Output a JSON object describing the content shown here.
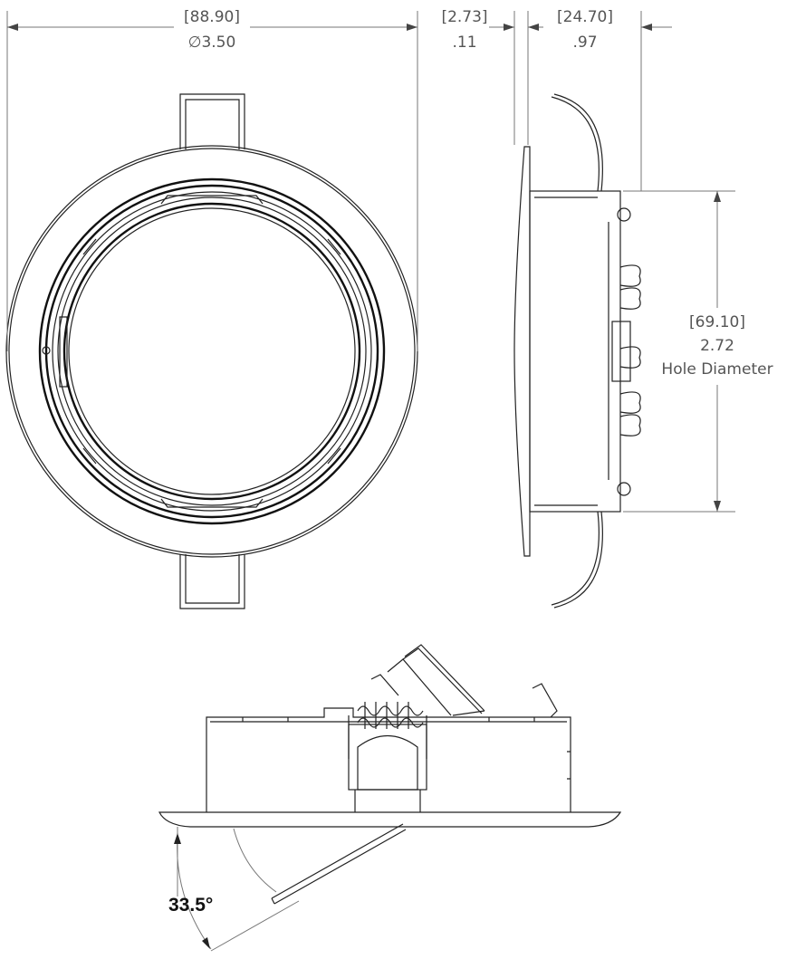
{
  "dimensions": {
    "overall_diameter_mm": "[88.90]",
    "overall_diameter_in": "∅3.50",
    "flange_thickness_mm": "[2.73]",
    "flange_thickness_in": ".11",
    "depth_mm": "[24.70]",
    "depth_in": ".97",
    "hole_diameter_mm": "[69.10]",
    "hole_diameter_in": "2.72",
    "hole_diameter_label": "Hole Diameter"
  },
  "tilt_angle": "33.5°",
  "colors": {
    "line": "#222222",
    "dimension": "#777777",
    "text": "#555555",
    "background": "#ffffff"
  }
}
